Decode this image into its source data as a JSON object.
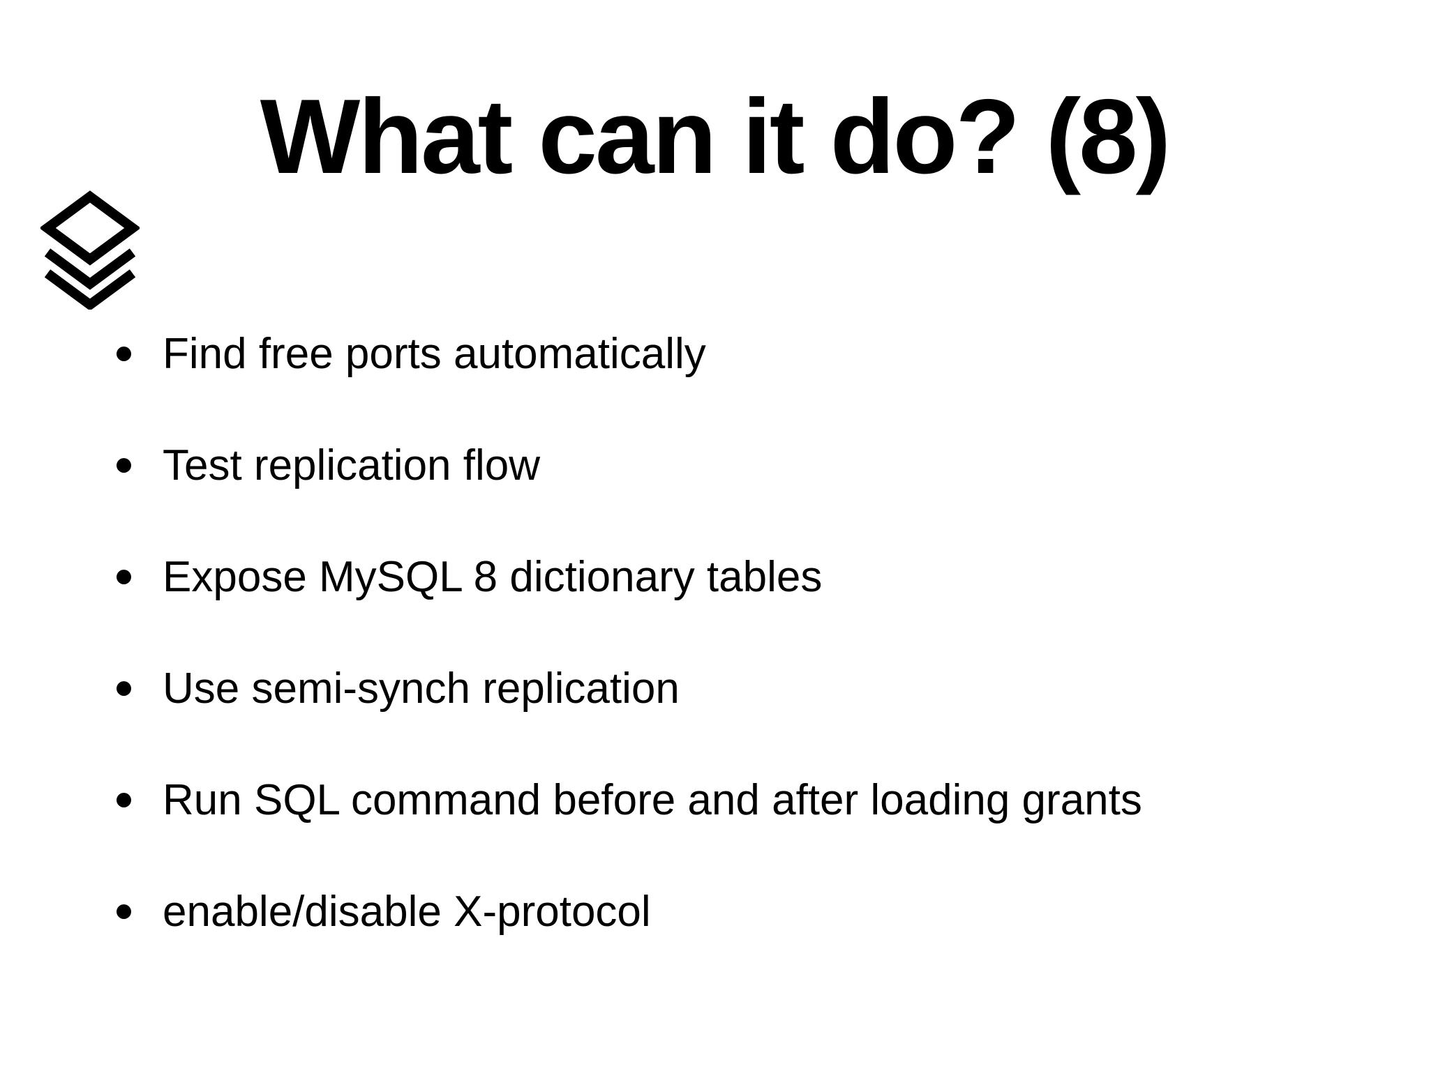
{
  "slide": {
    "title": "What can it do? (8)",
    "icon": "layers-icon",
    "bullets": [
      "Find free ports automatically",
      "Test replication flow",
      "Expose MySQL 8 dictionary tables",
      "Use semi-synch replication",
      "Run SQL command before and after loading grants",
      "enable/disable X-protocol"
    ],
    "colors": {
      "text": "#000000",
      "background": "#ffffff"
    }
  }
}
